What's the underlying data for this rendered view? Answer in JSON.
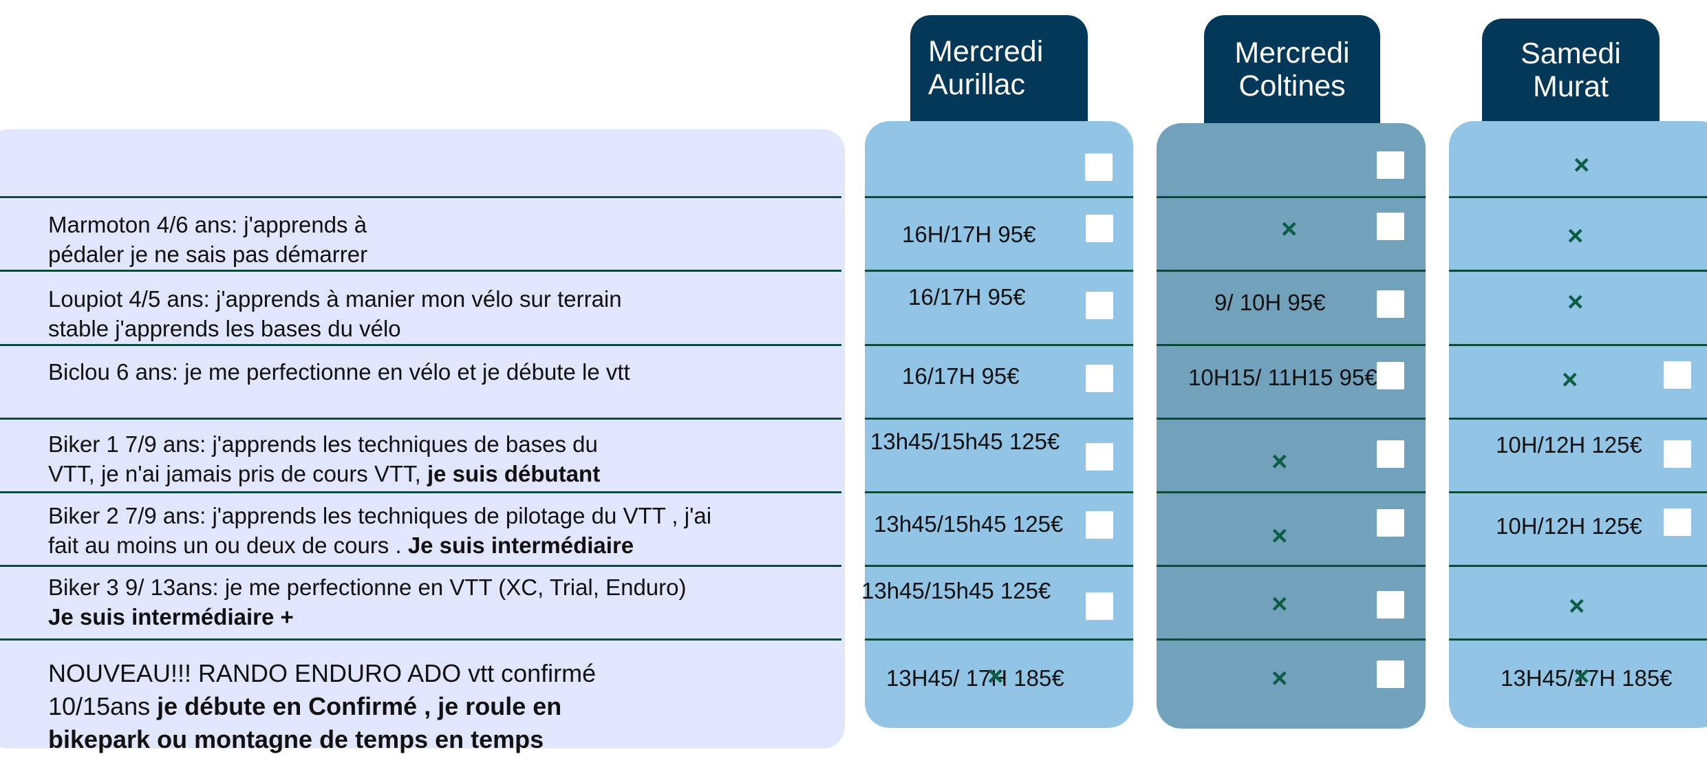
{
  "columns": [
    {
      "id": "aur",
      "line1": "Mercredi",
      "line2": "Aurillac"
    },
    {
      "id": "col",
      "line1": "Mercredi",
      "line2": "Coltines"
    },
    {
      "id": "mur",
      "line1": "Samedi",
      "line2": "Murat"
    }
  ],
  "rows": [
    {
      "plain1": "Marmoton 4/6 ans: j'apprends à",
      "plain2": "pédaler je ne sais pas démarrer",
      "bold2": ""
    },
    {
      "plain1": "Loupiot 4/5 ans: j'apprends à manier mon vélo sur terrain",
      "plain2": "stable j'apprends les bases du vélo",
      "bold2": ""
    },
    {
      "plain1": "Biclou 6 ans: je me perfectionne en vélo et je débute le vtt",
      "plain2": "",
      "bold2": ""
    },
    {
      "plain1": "Biker 1 7/9 ans: j'apprends les techniques de bases du",
      "plain2": "VTT, je n'ai jamais pris de cours VTT, ",
      "bold2": "je suis débutant"
    },
    {
      "plain1": "Biker 2 7/9 ans: j'apprends les techniques de pilotage du VTT , j'ai",
      "plain2": "fait au moins un ou deux de cours . ",
      "bold2": "Je suis intermédiaire"
    },
    {
      "plain1": "Biker 3 9/ 13ans: je me perfectionne en VTT (XC, Trial, Enduro)",
      "plain2": "",
      "bold2": "Je suis intermédiaire +"
    },
    {
      "plain1": "NOUVEAU!!! RANDO ENDURO ADO vtt confirmé",
      "plain2": "10/15ans ",
      "bold2": "je débute en Confirmé , je roule en",
      "bold3": "bikepark ou montagne de temps en temps"
    }
  ],
  "prices": {
    "aur": [
      "16H/17H 95€",
      "16/17H 95€",
      "16/17H 95€",
      "13h45/15h45 125€",
      "13h45/15h45 125€",
      "13h45/15h45 125€",
      "13H45/ 17H  185€"
    ],
    "col": [
      "",
      "9/ 10H 95€",
      "10H15/ 11H15 95€",
      "",
      "",
      "",
      ""
    ],
    "mur": [
      "",
      "",
      "",
      "10H/12H 125€",
      "10H/12H 125€",
      "",
      "13H45/17H   185€"
    ]
  },
  "mark_symbol": "×",
  "colors": {
    "header": "#043859",
    "panel": "#e1e6fc",
    "col_light": "#92c5e5",
    "col_dark": "#72a2bb",
    "mark": "#0d5c45"
  }
}
